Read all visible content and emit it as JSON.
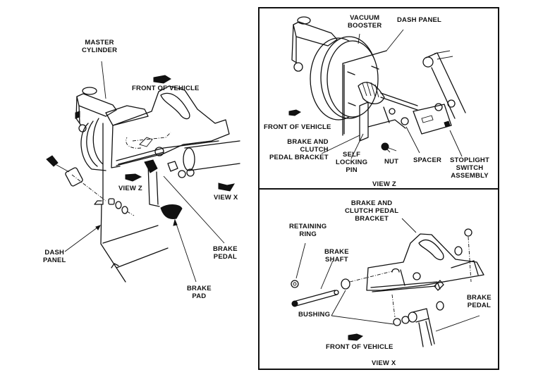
{
  "figure": {
    "main_view": {
      "labels": {
        "master_cylinder": "MASTER\nCYLINDER",
        "front_of_vehicle": "FRONT OF VEHICLE",
        "view_z": "VIEW Z",
        "view_x": "VIEW X",
        "dash_panel": "DASH\nPANEL",
        "brake_pedal": "BRAKE\nPEDAL",
        "brake_pad": "BRAKE\nPAD"
      }
    },
    "view_z": {
      "title": "VIEW Z",
      "labels": {
        "vacuum_booster": "VACUUM\nBOOSTER",
        "dash_panel": "DASH PANEL",
        "front_of_vehicle": "FRONT OF VEHICLE",
        "brake_clutch_bracket": "BRAKE AND\nCLUTCH\nPEDAL BRACKET",
        "self_locking_pin": "SELF\nLOCKING\nPIN",
        "nut": "NUT",
        "spacer": "SPACER",
        "stoplight_switch": "STOPLIGHT\nSWITCH\nASSEMBLY"
      }
    },
    "view_x": {
      "title": "VIEW X",
      "labels": {
        "brake_clutch_bracket": "BRAKE AND\nCLUTCH PEDAL\nBRACKET",
        "retaining_ring": "RETAINING\nRING",
        "brake_shaft": "BRAKE\nSHAFT",
        "bushing": "BUSHING",
        "brake_pedal": "BRAKE\nPEDAL",
        "front_of_vehicle": "FRONT OF VEHICLE"
      }
    }
  }
}
